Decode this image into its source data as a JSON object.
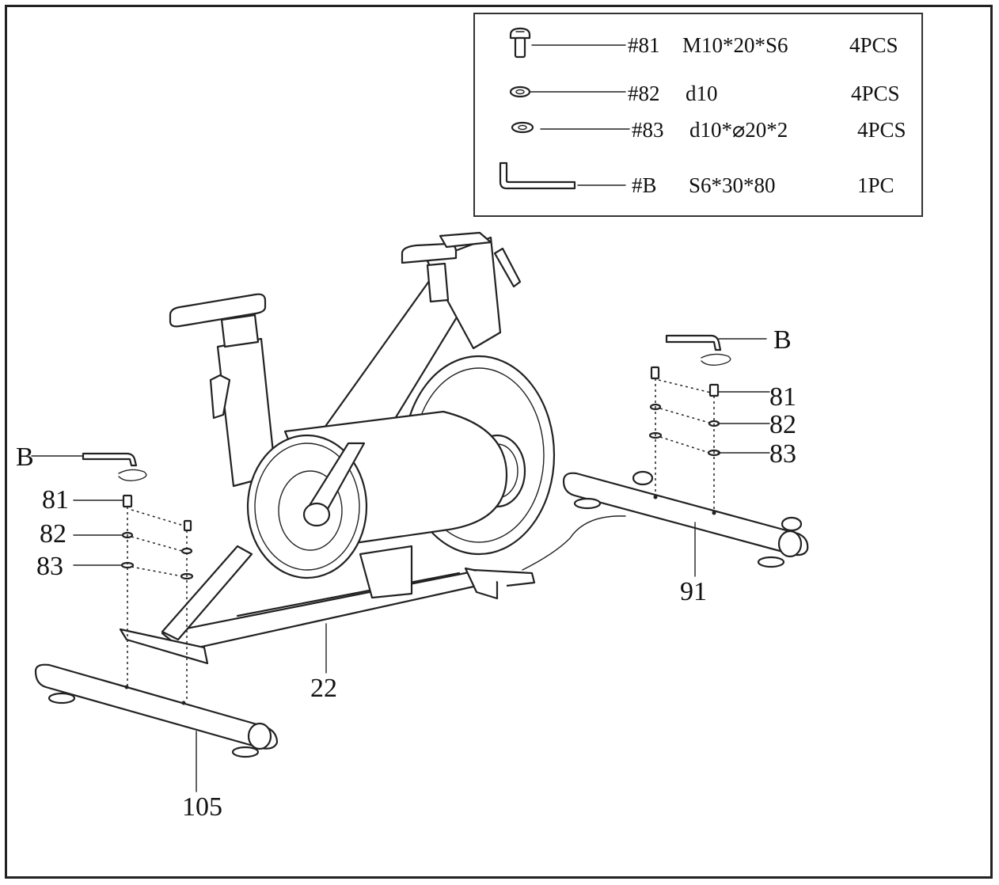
{
  "parts_table": {
    "rows": [
      {
        "part": "#81",
        "spec": "M10*20*S6",
        "qty": "4PCS",
        "icon": "bolt-icon"
      },
      {
        "part": "#82",
        "spec": "d10",
        "qty": "4PCS",
        "icon": "spring-washer-icon"
      },
      {
        "part": "#83",
        "spec": "d10*⌀20*2",
        "qty": "4PCS",
        "icon": "flat-washer-icon"
      },
      {
        "part": "#B",
        "spec": "S6*30*80",
        "qty": "1PC",
        "icon": "allen-key-icon"
      }
    ]
  },
  "callouts": {
    "front": {
      "tool": "B",
      "bolt": "81",
      "spring_washer": "82",
      "flat_washer": "83",
      "stabilizer": "105"
    },
    "rear": {
      "tool": "B",
      "bolt": "81",
      "spring_washer": "82",
      "flat_washer": "83",
      "stabilizer": "91"
    },
    "main_frame": "22"
  }
}
